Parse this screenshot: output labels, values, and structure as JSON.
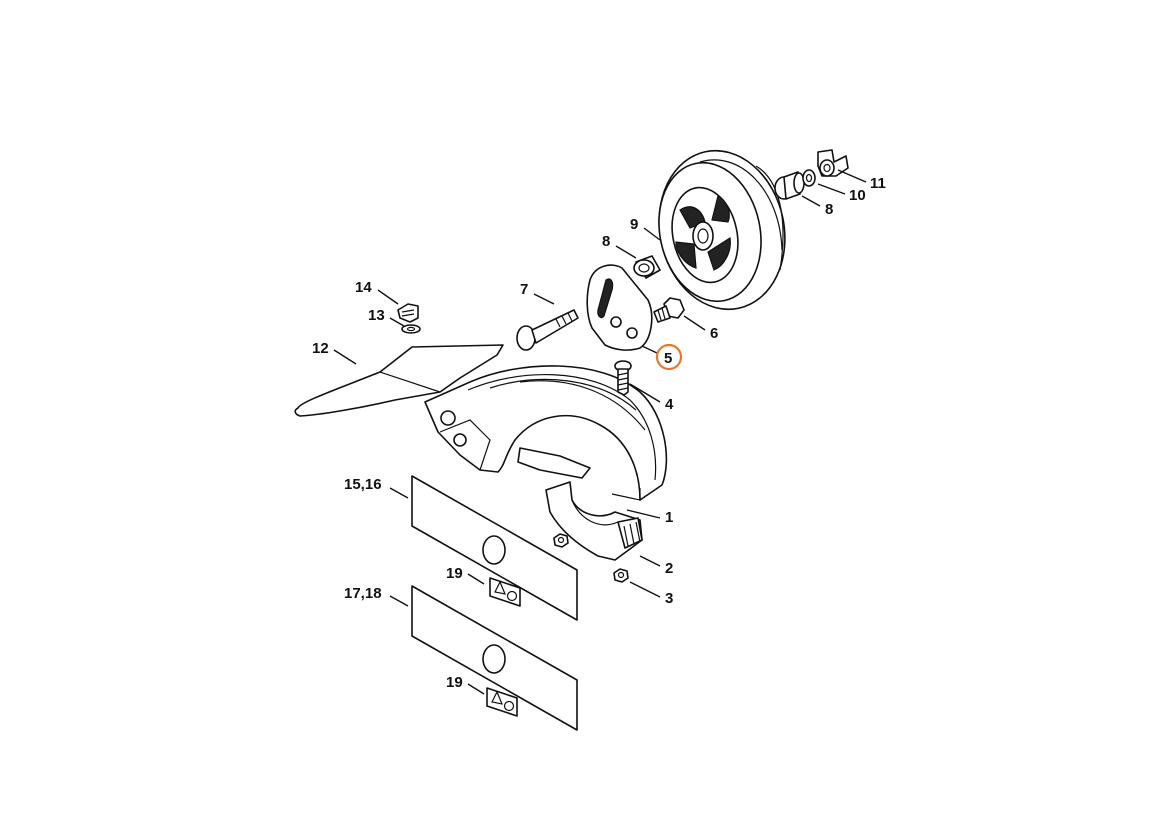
{
  "highlight_color": "#e8772e",
  "labels": {
    "l1": "1",
    "l2": "2",
    "l3": "3",
    "l4": "4",
    "l5": "5",
    "l6": "6",
    "l7": "7",
    "l8a": "8",
    "l8b": "8",
    "l9": "9",
    "l10": "10",
    "l11": "11",
    "l12": "12",
    "l13": "13",
    "l14": "14",
    "l15_16": "15,16",
    "l17_18": "17,18",
    "l19a": "19",
    "l19b": "19"
  },
  "icons": {
    "warning": "warning-triangle-icon",
    "manual": "read-manual-icon"
  }
}
